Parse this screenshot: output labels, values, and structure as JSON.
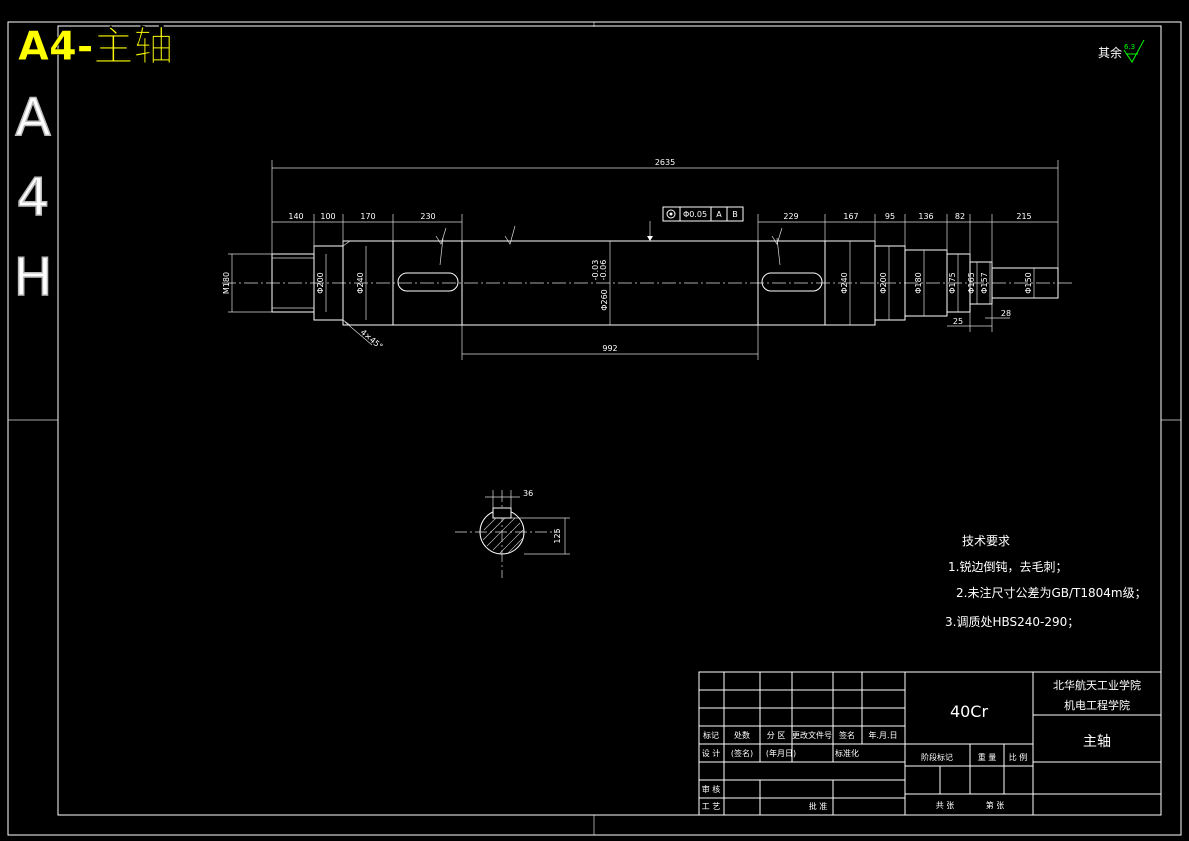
{
  "title_overlay": "A4-主轴",
  "side_label": [
    "A",
    "4",
    "H"
  ],
  "roughness_note": {
    "text": "其余",
    "value": "6.3"
  },
  "dimensions": {
    "overall": "2635",
    "top_segments": [
      "140",
      "100",
      "170",
      "230",
      "229",
      "167",
      "95",
      "136",
      "82",
      "215"
    ],
    "keyway_span": "992",
    "thread": "M180",
    "diameters": [
      "Φ200",
      "Φ240",
      "Φ260",
      "Φ240",
      "Φ200",
      "Φ180",
      "Φ175",
      "Φ165",
      "Φ157",
      "Φ150"
    ],
    "mid_tolerance": [
      "-0.03",
      "-0.06"
    ],
    "chamfer": "4×45°",
    "small_lengths": [
      "25",
      "28"
    ],
    "key_width": "36",
    "key_depth": "125",
    "geo_tolerance": {
      "value": "Φ0.05",
      "datum1": "A",
      "datum2": "B"
    }
  },
  "tech_requirements": {
    "heading": "技术要求",
    "items": [
      "1.锐边倒钝，去毛刺；",
      "2.未注尺寸公差为GB/T1804m级；",
      "3.调质处HBS240-290；"
    ]
  },
  "title_block": {
    "material": "40Cr",
    "school": "北华航天工业学院",
    "dept": "机电工程学院",
    "part_name": "主轴",
    "row_labels_top": [
      "标记",
      "处数",
      "分 区",
      "更改文件号",
      "签名",
      "年.月.日"
    ],
    "row_labels_mid": [
      "设 计",
      "(签名)",
      "(年月日)",
      "标准化"
    ],
    "stage_labels": [
      "阶段标记",
      "重 量",
      "比 例"
    ],
    "review": "审 核",
    "process": "工 艺",
    "approve": "批 准",
    "sheet": [
      "共 张",
      "第 张"
    ]
  }
}
